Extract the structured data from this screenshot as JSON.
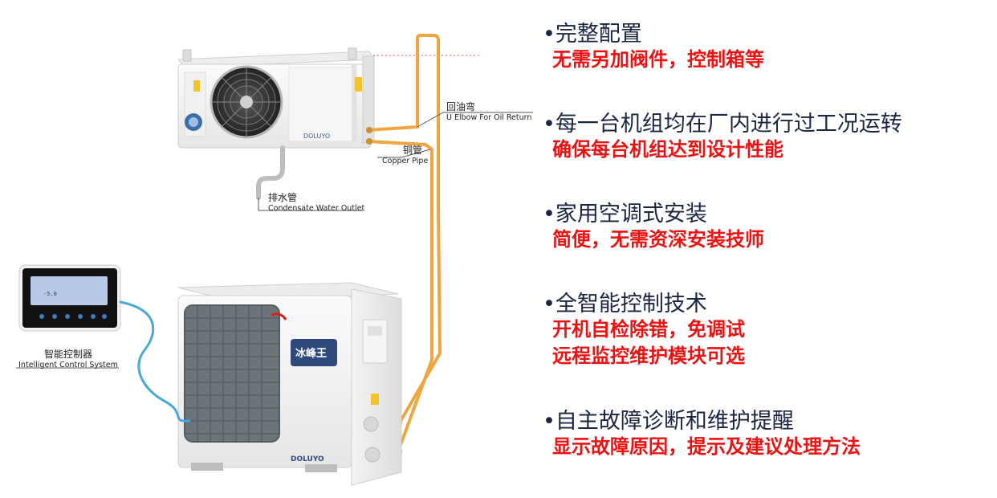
{
  "indoor_unit": {
    "brand": "DOLUYO"
  },
  "outdoor_unit": {
    "brand": "DOLUYO",
    "badge": "冰峰王"
  },
  "labels": {
    "oil_return": {
      "cn": "回油弯",
      "en": "U Elbow For Oil Return"
    },
    "copper_pipe": {
      "cn": "铜管",
      "en": "Copper Pipe"
    },
    "water_outlet": {
      "cn": "排水管",
      "en": "Condensate Water Outlet"
    },
    "controller": {
      "cn": "智能控制器",
      "en": "Intelligent Control System"
    }
  },
  "controller_screen": {
    "reading": "-5.0"
  },
  "features": [
    {
      "title": "•完整配置",
      "desc": [
        "无需另加阀件，控制箱等"
      ]
    },
    {
      "title": "•每一台机组均在厂内进行过工况运转",
      "desc": [
        "确保每台机组达到设计性能"
      ]
    },
    {
      "title": "•家用空调式安装",
      "desc": [
        "简便，无需资深安装技师"
      ]
    },
    {
      "title": "•全智能控制技术",
      "desc": [
        "开机自检除错，免调试",
        "远程监控维护模块可选"
      ]
    },
    {
      "title": "•自主故障诊断和维护提醒",
      "desc": [
        "显示故障原因，提示及建议处理方法"
      ]
    }
  ],
  "colors": {
    "pipe": "#f0a640",
    "cable": "#4aa8d8",
    "feature_title": "#1a2540",
    "feature_desc": "#ee1111",
    "guide_line": "#e05050"
  }
}
